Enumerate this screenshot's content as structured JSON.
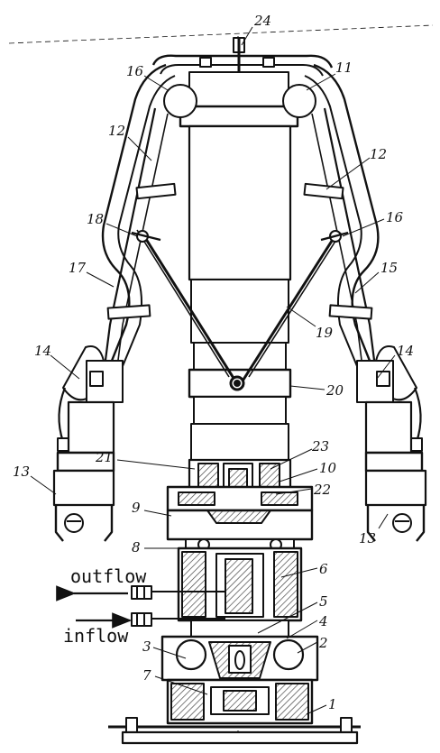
{
  "colors": {
    "ink": "#111111",
    "paper": "#ffffff",
    "hatch": "#444444"
  },
  "flow_labels": {
    "outflow": "outflow",
    "inflow": "inflow"
  },
  "callouts": [
    {
      "id": "c1",
      "text": "1"
    },
    {
      "id": "c2",
      "text": "2"
    },
    {
      "id": "c3",
      "text": "3"
    },
    {
      "id": "c4",
      "text": "4"
    },
    {
      "id": "c5",
      "text": "5"
    },
    {
      "id": "c6",
      "text": "6"
    },
    {
      "id": "c7",
      "text": "7"
    },
    {
      "id": "c8",
      "text": "8"
    },
    {
      "id": "c9",
      "text": "9"
    },
    {
      "id": "c10",
      "text": "10"
    },
    {
      "id": "c11",
      "text": "11"
    },
    {
      "id": "c12a",
      "text": "12"
    },
    {
      "id": "c12b",
      "text": "12"
    },
    {
      "id": "c13a",
      "text": "13"
    },
    {
      "id": "c13b",
      "text": "13"
    },
    {
      "id": "c14a",
      "text": "14"
    },
    {
      "id": "c14b",
      "text": "14"
    },
    {
      "id": "c15",
      "text": "15"
    },
    {
      "id": "c16a",
      "text": "16"
    },
    {
      "id": "c16b",
      "text": "16"
    },
    {
      "id": "c17",
      "text": "17"
    },
    {
      "id": "c18",
      "text": "18"
    },
    {
      "id": "c19",
      "text": "19"
    },
    {
      "id": "c20",
      "text": "20"
    },
    {
      "id": "c21",
      "text": "21"
    },
    {
      "id": "c22",
      "text": "22"
    },
    {
      "id": "c23",
      "text": "23"
    },
    {
      "id": "c24",
      "text": "24"
    }
  ]
}
